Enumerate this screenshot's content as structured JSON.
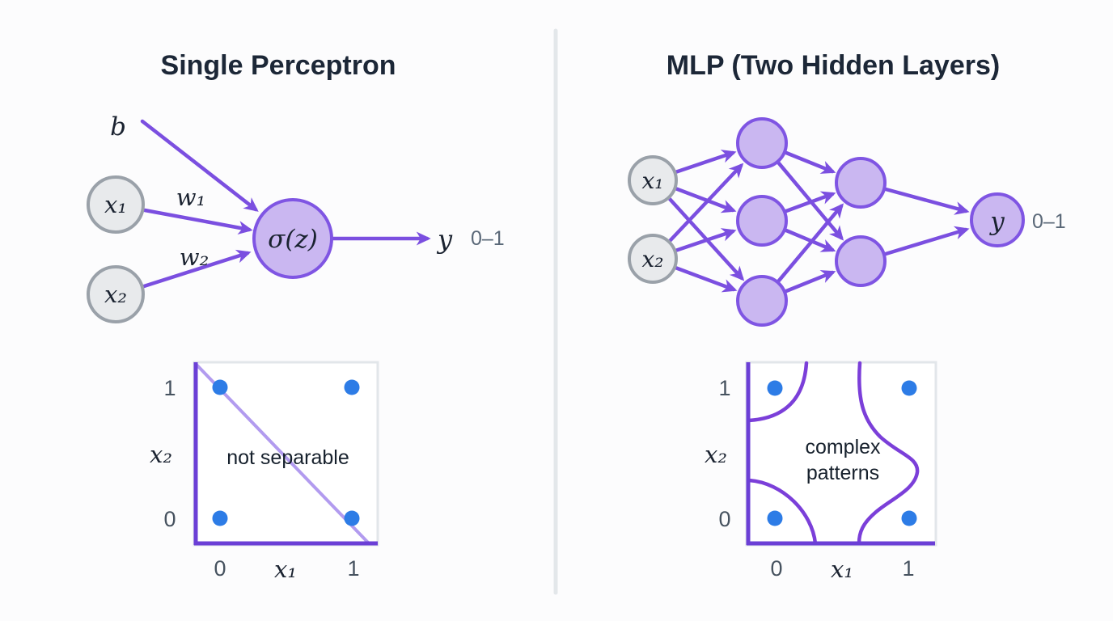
{
  "colors": {
    "background": "#fcfcfd",
    "title_text": "#1c2737",
    "edge_purple": "#7b4fe0",
    "axis_purple": "#6b3fd6",
    "diagonal_light_purple": "#b29bef",
    "node_purple_fill": "#cab7f1",
    "node_purple_stroke": "#7f55e3",
    "node_gray_fill": "#e8eaec",
    "node_gray_stroke": "#9aa1a9",
    "point_blue": "#2d7ce6",
    "range_text_gray": "#5a6878",
    "divider_gray": "#e3e7ea"
  },
  "left_panel": {
    "title": "Single Perceptron",
    "network": {
      "bias_label": "b",
      "inputs": [
        "x₁",
        "x₂"
      ],
      "weights": [
        "w₁",
        "w₂"
      ],
      "neuron_label": "σ(z)",
      "output_label": "y",
      "output_range": "0–1"
    },
    "plot": {
      "caption": "not separable",
      "y_axis_label": "x₂",
      "x_axis_label": "x₁",
      "y_ticks": [
        "1",
        "0"
      ],
      "x_ticks": [
        "0",
        "1"
      ],
      "points": [
        [
          0,
          0
        ],
        [
          0,
          1
        ],
        [
          1,
          0
        ],
        [
          1,
          1
        ]
      ],
      "boundary": "single straight diagonal line"
    }
  },
  "right_panel": {
    "title": "MLP (Two Hidden Layers)",
    "network": {
      "inputs": [
        "x₁",
        "x₂"
      ],
      "hidden_layer_sizes": [
        3,
        2
      ],
      "output_label": "y",
      "output_range": "0–1"
    },
    "plot": {
      "caption_lines": [
        "complex",
        "patterns"
      ],
      "y_axis_label": "x₂",
      "x_axis_label": "x₁",
      "y_ticks": [
        "1",
        "0"
      ],
      "x_ticks": [
        "0",
        "1"
      ],
      "points": [
        [
          0,
          0
        ],
        [
          0,
          1
        ],
        [
          1,
          0
        ],
        [
          1,
          1
        ]
      ],
      "boundary": "curved nonlinear regions around corners"
    }
  }
}
